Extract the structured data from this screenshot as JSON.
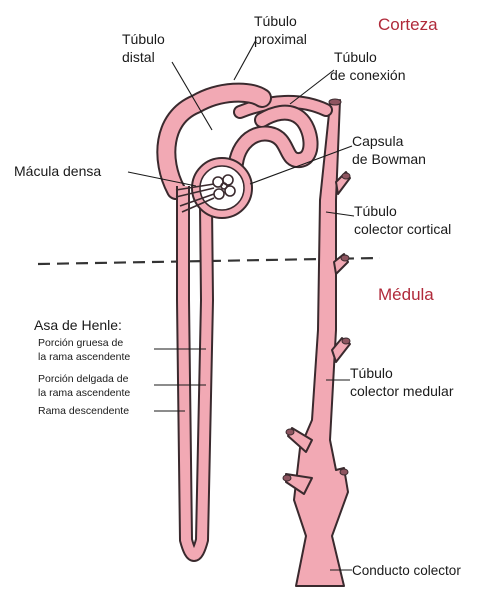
{
  "colors": {
    "tubule_fill": "#f2a9b4",
    "tubule_stroke": "#3a2a2e",
    "region_label": "#b02a3a",
    "label_text": "#1a1a1a"
  },
  "regions": {
    "cortex": "Corteza",
    "medulla": "Médula"
  },
  "labels": {
    "tubulo_distal_1": "Túbulo",
    "tubulo_distal_2": "distal",
    "tubulo_proximal_1": "Túbulo",
    "tubulo_proximal_2": "proximal",
    "tubulo_conexion_1": "Túbulo",
    "tubulo_conexion_2": "de conexión",
    "capsula_1": "Capsula",
    "capsula_2": "de Bowman",
    "macula_densa": "Mácula densa",
    "colector_cortical_1": "Túbulo",
    "colector_cortical_2": "colector cortical",
    "asa_henle_title": "Asa de Henle:",
    "gruesa_1": "Porción gruesa de",
    "gruesa_2": "la rama ascendente",
    "delgada_1": "Porción delgada de",
    "delgada_2": "la rama ascendente",
    "descendente": "Rama descendente",
    "colector_medular_1": "Túbulo",
    "colector_medular_2": "colector medular",
    "conducto_colector": "Conducto colector"
  }
}
